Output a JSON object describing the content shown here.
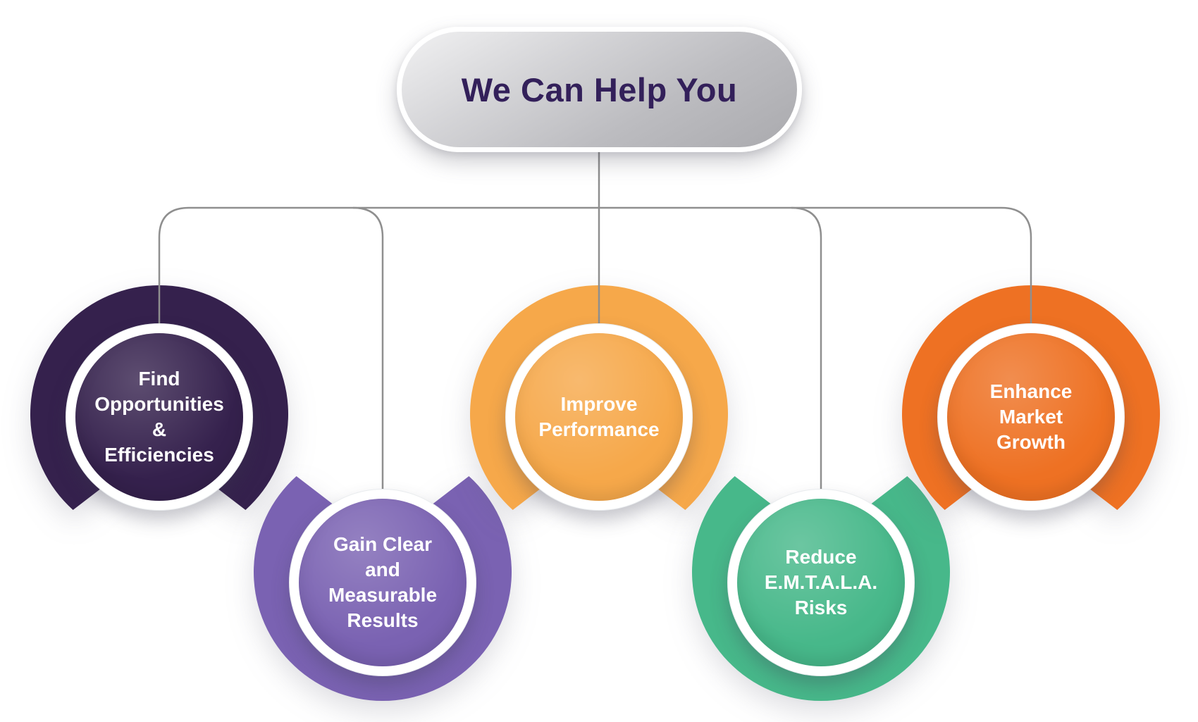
{
  "title": "We Can Help You",
  "title_color": "#33205A",
  "connectors": {
    "color": "#8F8F8F"
  },
  "nodes": [
    {
      "name": "find-opportunities-efficiencies",
      "label": "Find\nOpportunities\n&\nEfficiencies",
      "color": "#35214D"
    },
    {
      "name": "gain-clear-measurable-results",
      "label": "Gain Clear\nand\nMeasurable\nResults",
      "color": "#7A62B2"
    },
    {
      "name": "improve-performance",
      "label": "Improve\nPerformance",
      "color": "#F6A84A"
    },
    {
      "name": "reduce-emtala-risks",
      "label": "Reduce\nE.M.T.A.L.A.\nRisks",
      "color": "#47B88A"
    },
    {
      "name": "enhance-market-growth",
      "label": "Enhance\nMarket\nGrowth",
      "color": "#EE7123"
    }
  ]
}
